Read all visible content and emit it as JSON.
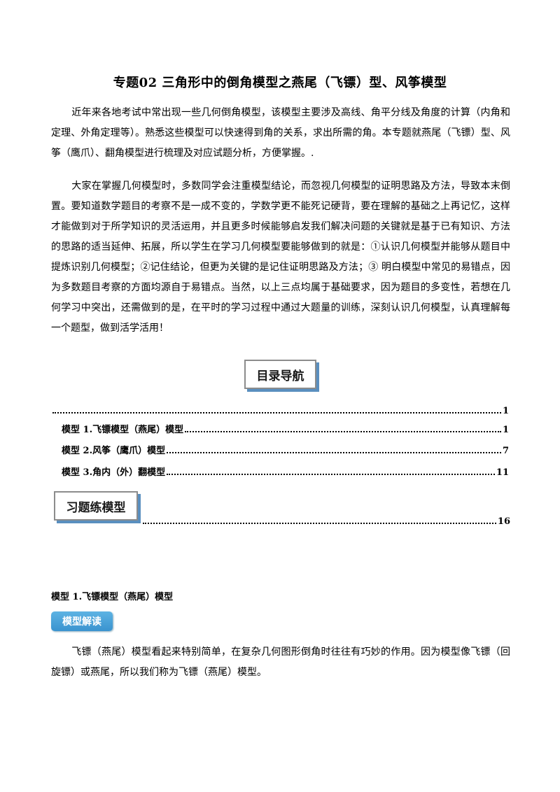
{
  "document": {
    "title": "专题02  三角形中的倒角模型之燕尾（飞镖）型、风筝模型",
    "intro_paragraph": "近年来各地考试中常出现一些几何倒角模型，该模型主要涉及高线、角平分线及角度的计算（内角和定理、外角定理等）。熟悉这些模型可以快速得到角的关系，求出所需的角。本专题就燕尾（飞镖）型、风筝（鹰爪）、翻角模型进行梳理及对应试题分析，方便掌握。.",
    "advice_paragraph": "大家在掌握几何模型时，多数同学会注重模型结论，而忽视几何模型的证明思路及方法，导致本末倒置。要知道数学题目的考察不是一成不变的，学数学更不能死记硬背，要在理解的基础之上再记忆，这样才能做到对于所学知识的灵活运用，并且更多时候能够启发我们解决问题的关键就是基于已有知识、方法的思路的适当延伸、拓展，所以学生在学习几何模型要能够做到的就是：①认识几何模型并能够从题目中提炼识别几何模型；②记住结论，但更为关键的是记住证明思路及方法；③ 明白模型中常见的易错点，因为多数题目考察的方面均源自于易错点。当然，以上三点均属于基础要求，因为题目的多变性，若想在几何学习中突出，还需做到的是，在平时的学习过程中通过大题量的训练，深刻认识几何模型，认真理解每一个题型，做到活学活用！"
  },
  "toc": {
    "heading": "目录导航",
    "first_page": "1",
    "items": [
      {
        "label": "模型 1.飞镖模型（燕尾）模型",
        "page": "1"
      },
      {
        "label": "模型 2.风筝（鹰爪）模型",
        "page": "7"
      },
      {
        "label": "模型 3.角内（外）翻模型",
        "page": "11"
      }
    ],
    "practice_heading": "习题练模型",
    "practice_page": "16"
  },
  "section": {
    "heading": "模型 1.飞镖模型（燕尾）模型",
    "badge": "模型解读",
    "body": "飞镖（燕尾）模型看起来特别简单，在复杂几何图形倒角时往往有巧妙的作用。因为模型像飞镖（回旋镖）或燕尾，所以我们称为飞镖（燕尾）模型。"
  }
}
